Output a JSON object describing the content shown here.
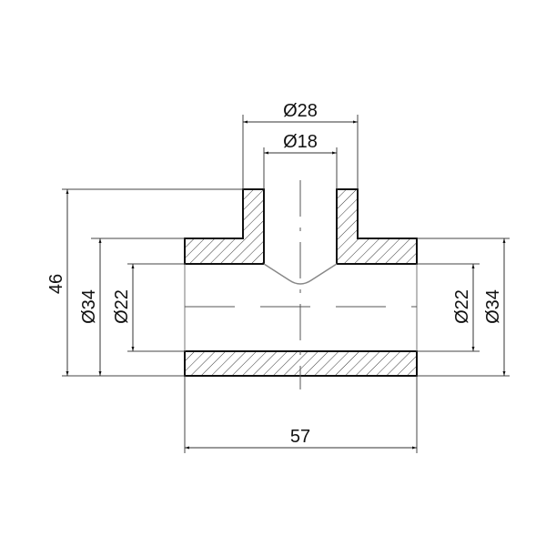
{
  "drawing": {
    "title": "Reducing tee technical drawing",
    "colors": {
      "outline": "#111111",
      "dimension": "#333333",
      "center": "#555555",
      "background": "#ffffff"
    },
    "dimensions": {
      "branch_outer": "Ø28",
      "branch_inner": "Ø18",
      "overall_height": "46",
      "main_outer_left": "Ø34",
      "main_inner_left": "Ø22",
      "main_inner_right": "Ø22",
      "main_outer_right": "Ø34",
      "overall_length": "57"
    }
  }
}
